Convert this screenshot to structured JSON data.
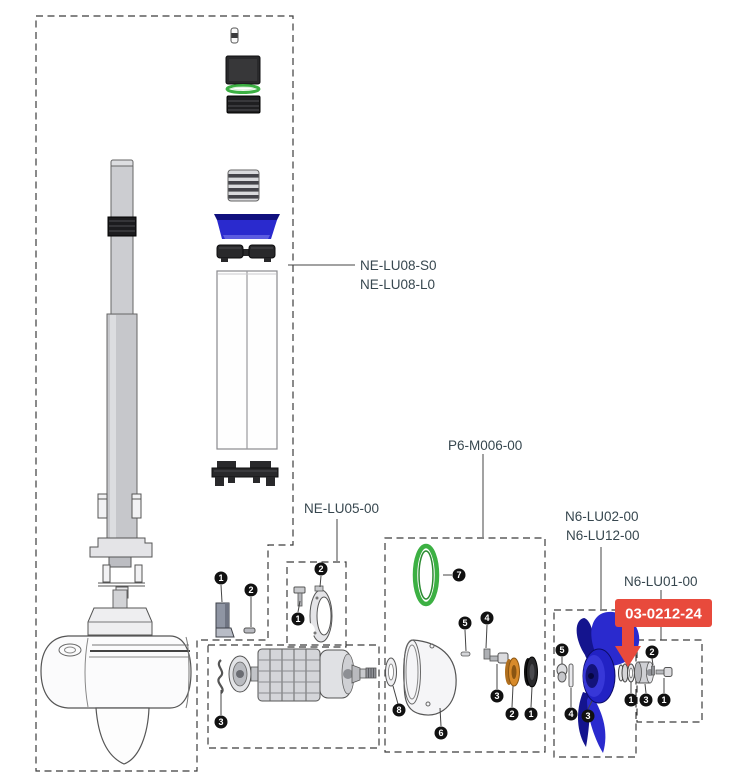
{
  "labels": {
    "ne_lu08_s0": "NE-LU08-S0",
    "ne_lu08_l0": "NE-LU08-L0",
    "ne_lu05": "NE-LU05-00",
    "p6_m006": "P6-M006-00",
    "n6_lu02": "N6-LU02-00",
    "n6_lu12": "N6-LU12-00",
    "n6_lu01": "N6-LU01-00",
    "highlighted_part": "03-0212-24"
  },
  "numbers": {
    "brush_1": "1",
    "brush_2": "2",
    "lu05_1": "1",
    "lu05_2": "2",
    "armature_3": "3",
    "p6_1": "1",
    "p6_2": "2",
    "p6_3": "3",
    "p6_4": "4",
    "p6_5": "5",
    "p6_6": "6",
    "p6_7": "7",
    "p6_8": "8",
    "prop_1": "1",
    "prop_3": "3",
    "prop_4": "4",
    "prop_5": "5",
    "lu01_1_washer": "1",
    "lu01_2": "2",
    "lu01_3": "3",
    "lu01_1_screw": "1"
  },
  "colors": {
    "highlight_red": "#e84a3c",
    "part_blue": "#2a2ace",
    "oring_green": "#3cb043",
    "bushing_orange": "#d78a2a"
  }
}
